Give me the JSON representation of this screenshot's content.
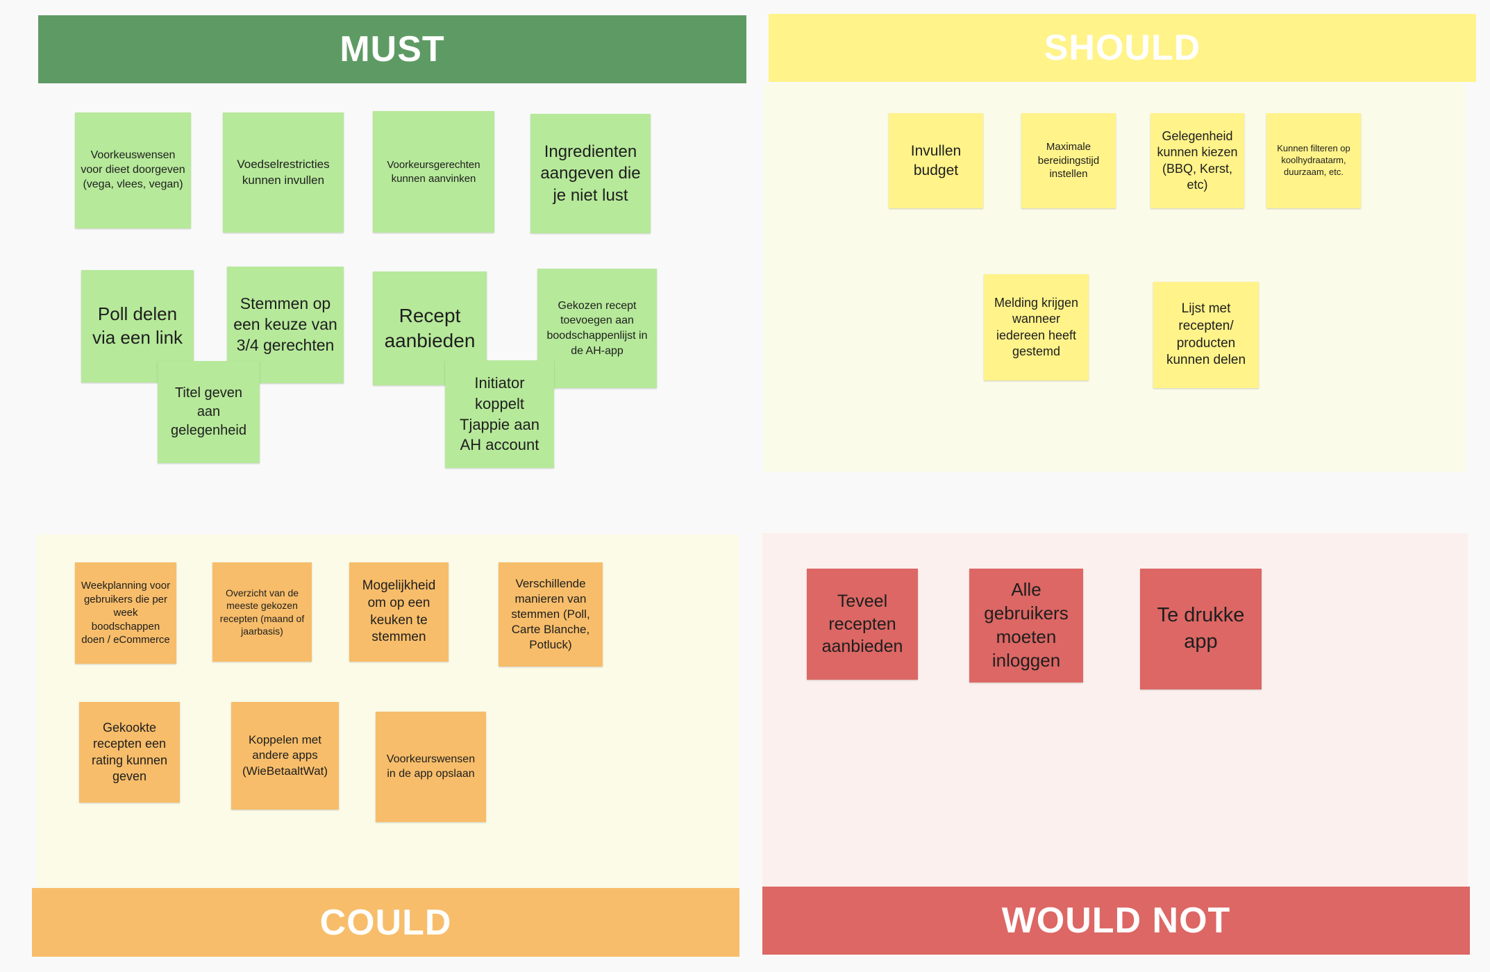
{
  "colors": {
    "must": "#5e9b64",
    "should": "#fff38a",
    "could": "#f7bd6a",
    "would_not": "#dc6764",
    "must_note": "#b6e99a",
    "should_note": "#fff38a",
    "could_note": "#f7bd6a",
    "would_not_note": "#dc6764"
  },
  "headers": {
    "must": "MUST",
    "should": "SHOULD",
    "could": "COULD",
    "would_not": "WOULD NOT"
  },
  "must_notes": [
    "Voorkeuswensen voor dieet doorgeven (vega, vlees, vegan)",
    "Voedselrestricties kunnen invullen",
    "Voorkeursgerechten kunnen aanvinken",
    "Ingredienten aangeven die je niet lust",
    "Poll delen via een link",
    "Stemmen op een keuze van 3/4 gerechten",
    "Recept aanbieden",
    "Gekozen recept toevoegen aan boodschappenlijst in de AH-app",
    "Titel geven aan gelegenheid",
    "Initiator koppelt Tjappie aan AH account"
  ],
  "should_notes": [
    "Invullen budget",
    "Maximale bereidingstijd instellen",
    "Gelegenheid kunnen kiezen (BBQ, Kerst, etc)",
    "Kunnen filteren op koolhydraatarm, duurzaam, etc.",
    "Melding krijgen wanneer iedereen heeft gestemd",
    "Lijst met recepten/ producten kunnen delen"
  ],
  "could_notes": [
    "Weekplanning voor gebruikers die per week boodschappen doen / eCommerce",
    "Overzicht van de meeste gekozen recepten (maand of jaarbasis)",
    "Mogelijkheid om op een keuken te stemmen",
    "Verschillende manieren van stemmen (Poll, Carte Blanche, Potluck)",
    "Gekookte recepten een rating kunnen geven",
    "Koppelen met andere apps (WieBetaaltWat)",
    "Voorkeurswensen in de app opslaan"
  ],
  "would_not_notes": [
    "Teveel recepten aanbieden",
    "Alle gebruikers moeten inloggen",
    "Te drukke app"
  ]
}
